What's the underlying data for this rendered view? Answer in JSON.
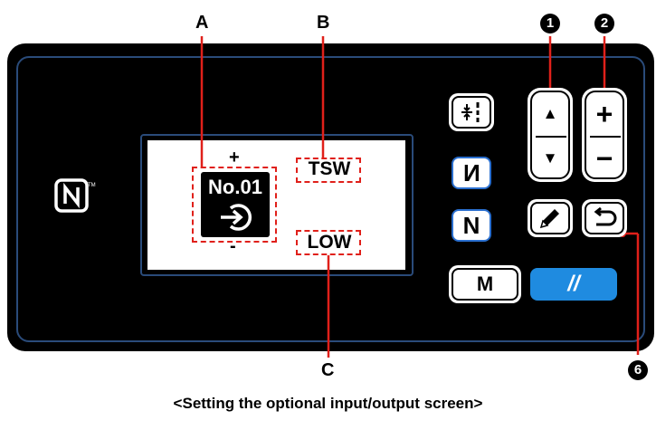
{
  "callouts": {
    "a": "A",
    "b": "B",
    "c": "C",
    "n1": "1",
    "n2": "2",
    "n6": "6"
  },
  "screen": {
    "number": "No.01",
    "plus_mark": "+",
    "minus_mark": "-",
    "function_label": "TSW",
    "level_label": "LOW"
  },
  "keys": {
    "m_label": "M",
    "n_label": "N",
    "n_flip_label": "N",
    "up_symbol": "▲",
    "down_symbol": "▼",
    "plus_symbol": "+",
    "minus_symbol": "−",
    "reset_symbol": "//"
  },
  "colors": {
    "panel": "#000000",
    "panel_border": "#2a4b7a",
    "callout_dash": "#e0201a",
    "reset_key": "#1f8be0"
  },
  "caption": "<Setting the optional input/output screen>"
}
